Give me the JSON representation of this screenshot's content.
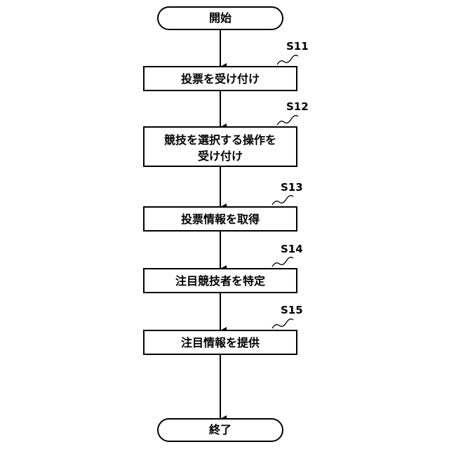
{
  "flowchart": {
    "start": {
      "label": "開始"
    },
    "steps": [
      {
        "id": "S11",
        "lines": [
          "投票を受け付け"
        ]
      },
      {
        "id": "S12",
        "lines": [
          "競技を選択する操作を",
          "受け付け"
        ]
      },
      {
        "id": "S13",
        "lines": [
          "投票情報を取得"
        ]
      },
      {
        "id": "S14",
        "lines": [
          "注目競技者を特定"
        ]
      },
      {
        "id": "S15",
        "lines": [
          "注目情報を提供"
        ]
      }
    ],
    "end": {
      "label": "終了"
    }
  }
}
